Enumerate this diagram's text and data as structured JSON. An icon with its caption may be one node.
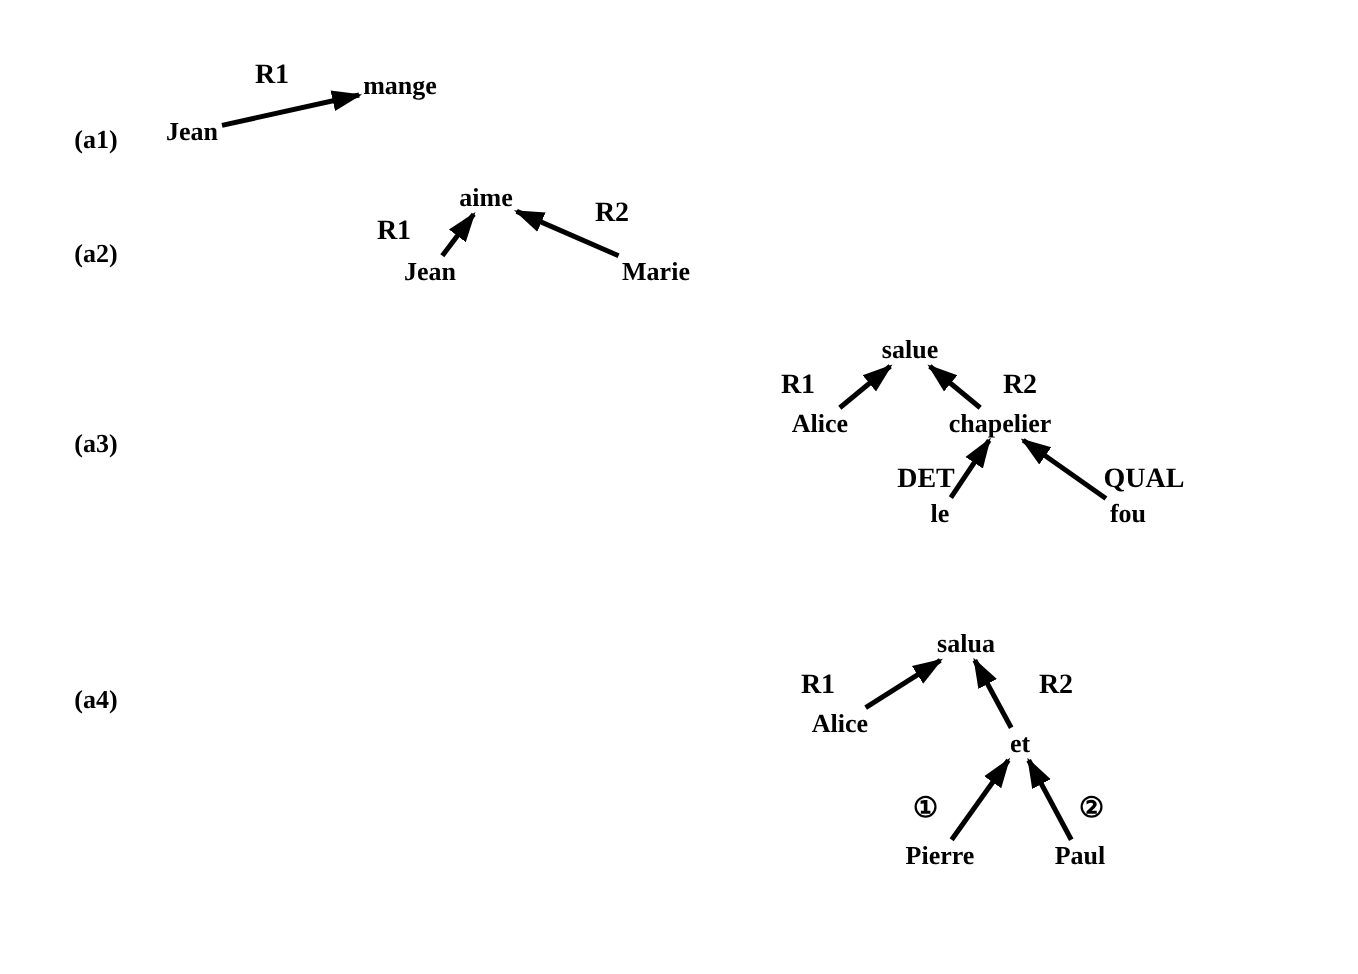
{
  "diagram": {
    "nodes": [
      {
        "text": [
          "mange"
        ]
      },
      {
        "text": [
          "Jean"
        ]
      },
      {
        "text": [
          "aime"
        ]
      },
      {
        "text": [
          "Jean"
        ]
      },
      {
        "text": [
          "Marie"
        ]
      },
      {
        "text": [
          "salue"
        ]
      },
      {
        "text": [
          "Alice"
        ]
      },
      {
        "text": [
          "chapelier"
        ]
      },
      {
        "text": [
          "le"
        ]
      },
      {
        "text": [
          "fou"
        ]
      },
      {
        "text": [
          "salua"
        ]
      },
      {
        "text": [
          "Alice"
        ]
      },
      {
        "text": [
          "et"
        ]
      },
      {
        "text": [
          "Pierre"
        ]
      },
      {
        "text": [
          "Paul"
        ]
      }
    ],
    "edges": [
      {
        "from": 1,
        "to": 0,
        "arrow": "to",
        "label": "R1"
      },
      {
        "from": 3,
        "to": 2,
        "arrow": "to",
        "label": "R1"
      },
      {
        "from": 4,
        "to": 2,
        "arrow": "to",
        "label": "R2"
      },
      {
        "from": 6,
        "to": 5,
        "arrow": "to",
        "label": "R1"
      },
      {
        "from": 7,
        "to": 5,
        "arrow": "to",
        "label": "R2"
      },
      {
        "from": 8,
        "to": 7,
        "arrow": "to",
        "label": "DET"
      },
      {
        "from": 9,
        "to": 7,
        "arrow": "to",
        "label": "QUAL"
      },
      {
        "from": 11,
        "to": 10,
        "arrow": "to",
        "label": "R1"
      },
      {
        "from": 12,
        "to": 10,
        "arrow": "to",
        "label": "R2"
      },
      {
        "from": 13,
        "to": 12,
        "arrow": "to",
        "label": "①"
      },
      {
        "from": 14,
        "to": 12,
        "arrow": "to",
        "label": "②"
      }
    ],
    "labels": [
      "(a1)",
      "(a2)",
      "(a3)",
      "(a4)"
    ]
  }
}
